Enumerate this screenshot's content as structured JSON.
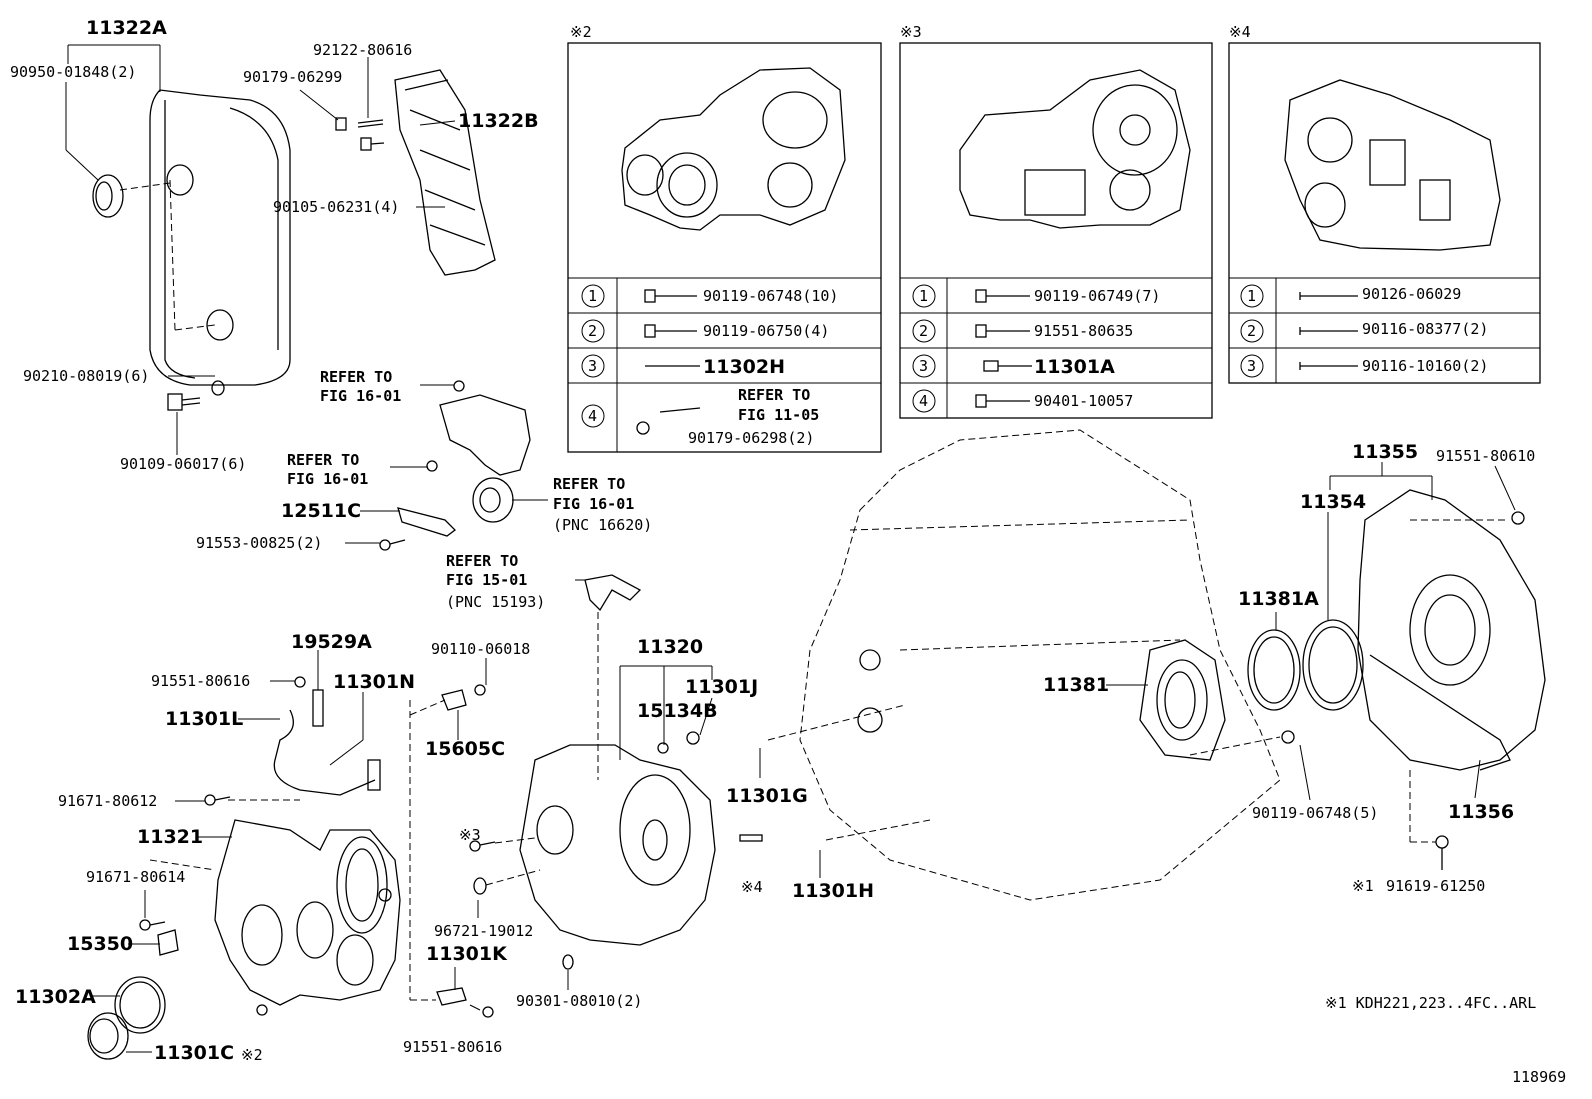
{
  "callouts": {
    "c11322A": "11322A",
    "c90950": "90950-01848(2)",
    "c92122": "92122-80616",
    "c90179a": "90179-06299",
    "c11322B": "11322B",
    "c90105": "90105-06231(4)",
    "c90210": "90210-08019(6)",
    "c90109": "90109-06017(6)",
    "c12511C": "12511C",
    "c91553": "91553-00825(2)",
    "c19529A": "19529A",
    "c91551a": "91551-80616",
    "c11301N": "11301N",
    "c11301L": "11301L",
    "c91671a": "91671-80612",
    "c11321": "11321",
    "c91671b": "91671-80614",
    "c15350": "15350",
    "c11302A": "11302A",
    "c11301C": "11301C",
    "c90110": "90110-06018",
    "c15605C": "15605C",
    "c11320": "11320",
    "c11301J": "11301J",
    "c15134B": "15134B",
    "c96721": "96721-19012",
    "c11301K": "11301K",
    "c91551b": "91551-80616",
    "c90301": "90301-08010(2)",
    "c11301G": "11301G",
    "c11301H": "11301H",
    "c11381": "11381",
    "c11381A": "11381A",
    "c11354": "11354",
    "c11355": "11355",
    "c91551c": "91551-80610",
    "c90119": "90119-06748(5)",
    "c11356": "11356",
    "c91619": "91619-61250",
    "mark1": "※1",
    "mark2": "※2",
    "mark3": "※3",
    "mark4": "※4"
  },
  "refer_to": {
    "r1a": "REFER TO",
    "r1b": "FIG 16-01",
    "r2a": "REFER TO",
    "r2b": "FIG 16-01",
    "r3a": "REFER TO",
    "r3b": "FIG 16-01",
    "r3c": "(PNC 16620)",
    "r4a": "REFER TO",
    "r4b": "FIG 15-01",
    "r4c": "(PNC 15193)"
  },
  "inset2": {
    "mark": "※2",
    "rows": [
      {
        "no": "1",
        "part": "90119-06748(10)"
      },
      {
        "no": "2",
        "part": "90119-06750(4)"
      },
      {
        "no": "3",
        "part": "11302H"
      },
      {
        "no": "4",
        "part": "90179-06298(2)",
        "ref_a": "REFER TO",
        "ref_b": "FIG 11-05"
      }
    ]
  },
  "inset3": {
    "mark": "※3",
    "rows": [
      {
        "no": "1",
        "part": "90119-06749(7)"
      },
      {
        "no": "2",
        "part": "91551-80635"
      },
      {
        "no": "3",
        "part": "11301A"
      },
      {
        "no": "4",
        "part": "90401-10057"
      }
    ]
  },
  "inset4": {
    "mark": "※4",
    "rows": [
      {
        "no": "1",
        "part": "90126-06029"
      },
      {
        "no": "2",
        "part": "90116-08377(2)"
      },
      {
        "no": "3",
        "part": "90116-10160(2)"
      }
    ]
  },
  "footnote": "※1 KDH221,223..4FC..ARL",
  "figure_id": "118969"
}
